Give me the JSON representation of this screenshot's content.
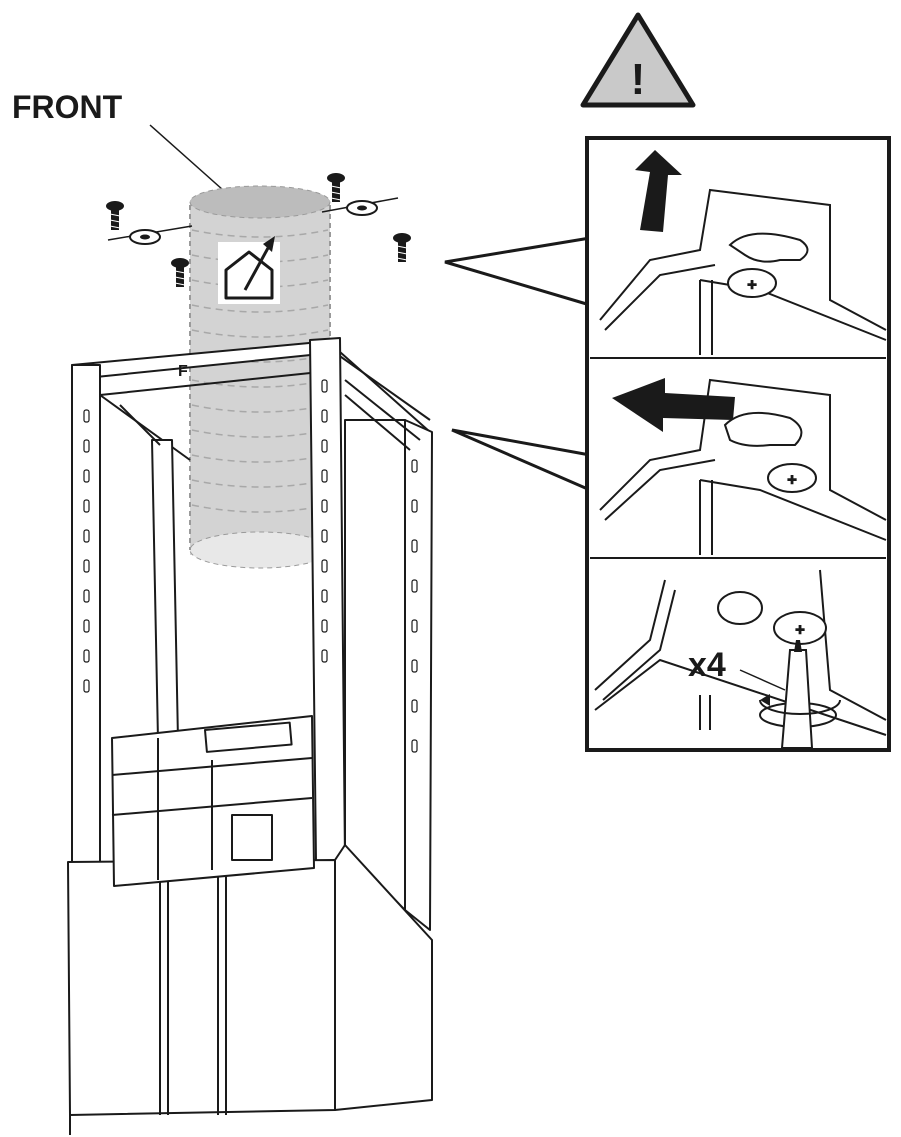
{
  "labels": {
    "front": "FRONT",
    "frame_mark": "F",
    "warning_glyph": "!",
    "quantity": "x4"
  },
  "icons": {
    "warning": "warning-triangle-icon",
    "vent": "house-vent-arrow-icon",
    "screw": "screw-icon",
    "screwdriver": "screwdriver-icon"
  },
  "colors": {
    "ink": "#1a1a1a",
    "duct": "#c8c8c8",
    "warning_fill": "#c9c9c9"
  }
}
